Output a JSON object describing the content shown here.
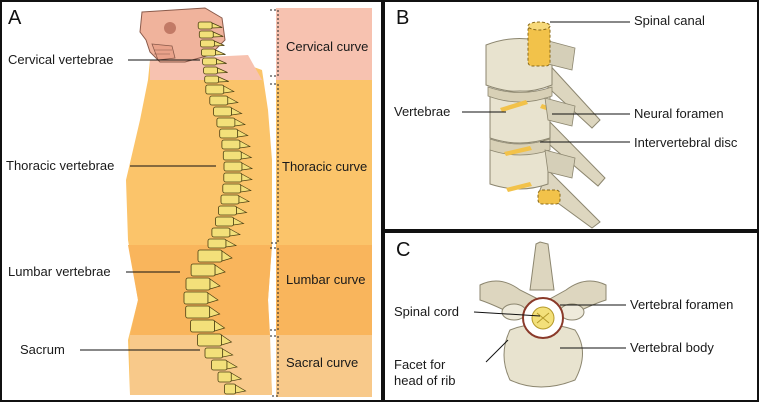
{
  "panels": {
    "a": {
      "letter": "A",
      "left_labels": [
        "Cervical vertebrae",
        "Thoracic vertebrae",
        "Lumbar vertebrae",
        "Sacrum"
      ],
      "right_labels": [
        "Cervical curve",
        "Thoracic curve",
        "Lumbar curve",
        "Sacral curve"
      ]
    },
    "b": {
      "letter": "B",
      "labels": [
        "Spinal canal",
        "Vertebrae",
        "Neural foramen",
        "Intervertebral disc"
      ]
    },
    "c": {
      "letter": "C",
      "labels": [
        "Spinal cord",
        "Vertebral foramen",
        "Vertebral body",
        "Facet for",
        "head of rib"
      ]
    }
  },
  "colors": {
    "border": "#111111",
    "cervical_band": "#f7c2b0",
    "thoracic_band": "#fbc46a",
    "lumbar_band": "#f9b55c",
    "sacral_band": "#f8c98a",
    "vertebra_fill": "#f3e07a",
    "bone_fill": "#e8e3cf",
    "disc_fill": "#f2c24a",
    "skull_fill": "#f0b39c"
  }
}
